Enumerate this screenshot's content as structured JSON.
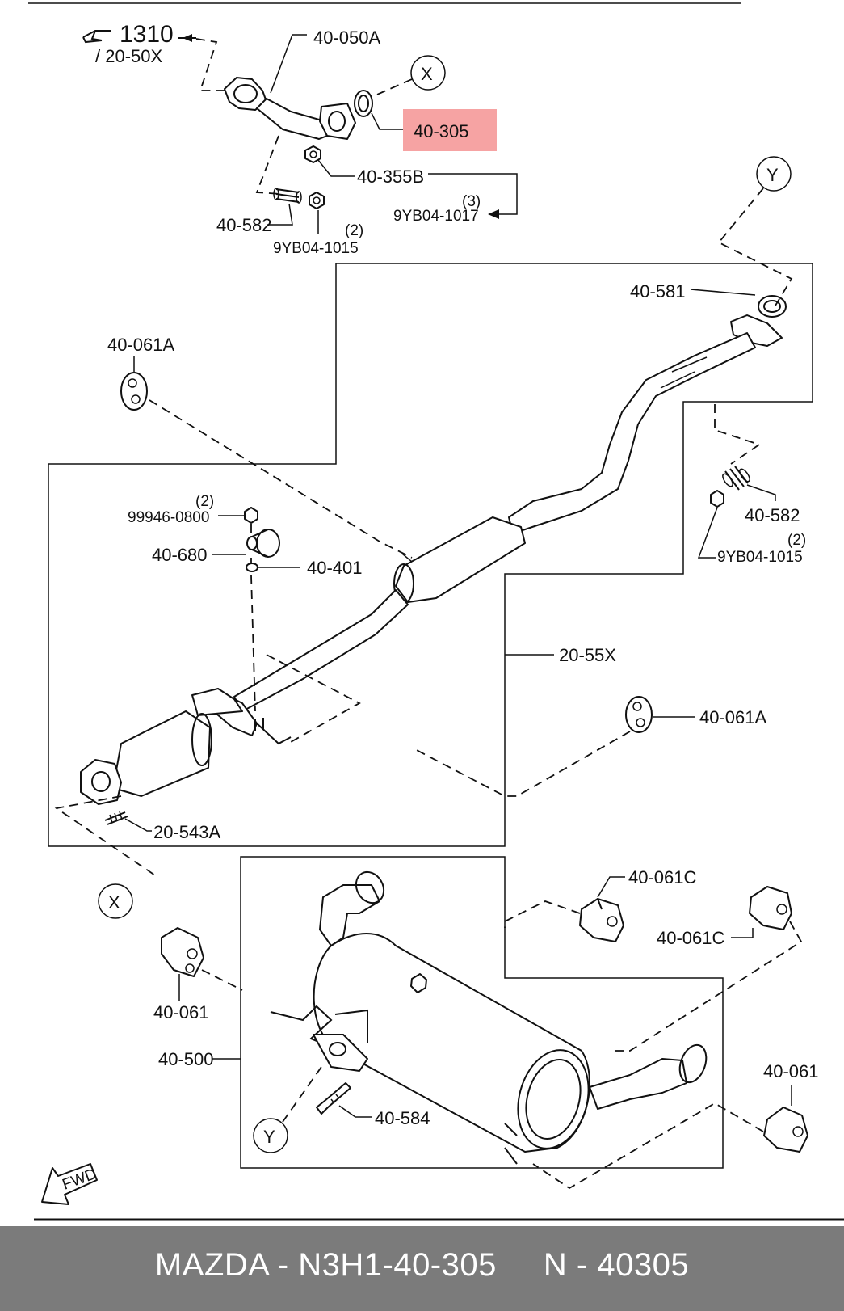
{
  "diagram": {
    "labels": {
      "ref_1310": "1310",
      "ref_20_50x": "/ 20-50X",
      "p_40_050a": "40-050A",
      "callout_x": "X",
      "callout_y": "Y",
      "p_40_305": "40-305",
      "p_40_355b": "40-355B",
      "qty_3": "(3)",
      "p_9yb04_1017": "9YB04-1017",
      "p_40_582": "40-582",
      "qty_2": "(2)",
      "p_9yb04_1015": "9YB04-1015",
      "p_40_581": "40-581",
      "p_40_061a": "40-061A",
      "p_99946_0800": "99946-0800",
      "p_40_680": "40-680",
      "p_40_401": "40-401",
      "p_20_55x": "20-55X",
      "p_20_543a": "20-543A",
      "p_40_061c": "40-061C",
      "p_40_061": "40-061",
      "p_40_500": "40-500",
      "p_40_584": "40-584",
      "fwd": "FWD"
    },
    "highlight_color": "#f6a3a3"
  },
  "caption": {
    "text": "MAZDA - N3H1-40-305     N - 40305"
  }
}
